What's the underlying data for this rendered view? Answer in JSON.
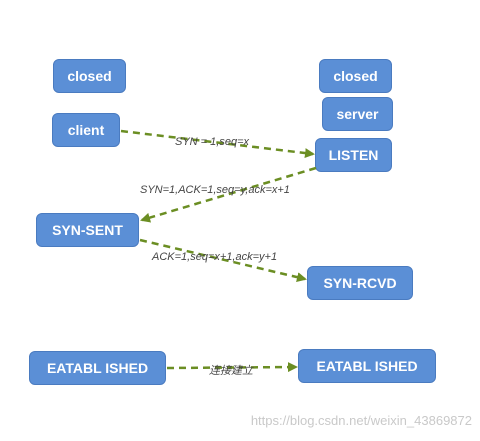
{
  "nodes": {
    "closed_left": "closed",
    "client": "client",
    "closed_right": "closed",
    "server": "server",
    "listen": "LISTEN",
    "syn_sent": "SYN-SENT",
    "syn_rcvd": "SYN-RCVD",
    "established_left": "EATABL ISHED",
    "established_right": "EATABL ISHED"
  },
  "edges": {
    "syn": "SYN = 1,seq=x",
    "syn_ack": "SYN=1,ACK=1,seq=y,ack=x+1",
    "ack": "ACK=1,seq=x+1,ack=y+1",
    "established": "连接建立"
  },
  "colors": {
    "node_fill": "#5b8fd6",
    "arrow": "#6b8e23"
  },
  "watermark": "https://blog.csdn.net/weixin_43869872"
}
